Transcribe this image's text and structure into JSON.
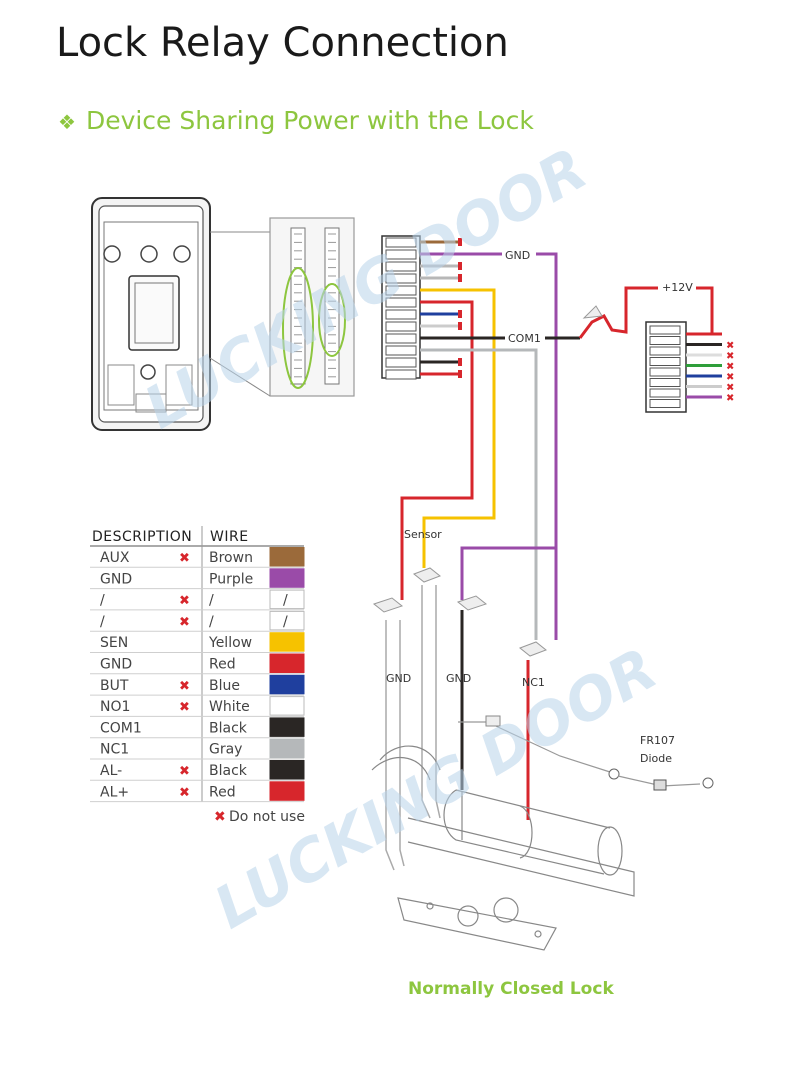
{
  "title": "Lock Relay Connection",
  "subtitle": "Device Sharing Power with the Lock",
  "subtitle_bullet": "❖",
  "table": {
    "headers": [
      "DESCRIPTION",
      "WIRE"
    ],
    "rows": [
      {
        "desc": "AUX",
        "do_not_use": true,
        "wire": "Brown",
        "color": "#9b6a3a"
      },
      {
        "desc": "GND",
        "do_not_use": false,
        "wire": "Purple",
        "color": "#9a4ba8"
      },
      {
        "desc": "/",
        "do_not_use": true,
        "wire": "/",
        "color": "#ffffff"
      },
      {
        "desc": "/",
        "do_not_use": true,
        "wire": "/",
        "color": "#ffffff"
      },
      {
        "desc": "SEN",
        "do_not_use": false,
        "wire": "Yellow",
        "color": "#f6c200"
      },
      {
        "desc": "GND",
        "do_not_use": false,
        "wire": "Red",
        "color": "#d7262c"
      },
      {
        "desc": "BUT",
        "do_not_use": true,
        "wire": "Blue",
        "color": "#1f3f9e"
      },
      {
        "desc": "NO1",
        "do_not_use": true,
        "wire": "White",
        "color": "#ffffff"
      },
      {
        "desc": "COM1",
        "do_not_use": false,
        "wire": "Black",
        "color": "#2a2624"
      },
      {
        "desc": "NC1",
        "do_not_use": false,
        "wire": "Gray",
        "color": "#b5b8ba"
      },
      {
        "desc": "AL-",
        "do_not_use": true,
        "wire": "Black",
        "color": "#2a2624"
      },
      {
        "desc": "AL+",
        "do_not_use": true,
        "wire": "Red",
        "color": "#d7262c"
      }
    ],
    "cross_mark": "✖",
    "note": "Do not use"
  },
  "labels": {
    "gnd_top": "GND",
    "com1": "COM1",
    "plus12v": "+12V",
    "sensor": "Sensor",
    "gnd_left": "GND",
    "gnd_mid": "GND",
    "nc1": "NC1",
    "diode_line1": "FR107",
    "diode_line2": "Diode",
    "caption": "Normally Closed Lock"
  },
  "watermark": "LUCKING DOOR",
  "colors": {
    "green_accent": "#8dc63f",
    "brown": "#9b6a3a",
    "purple": "#9a4ba8",
    "yellow": "#f6c200",
    "red": "#d7262c",
    "blue": "#1f3f9e",
    "black": "#2a2624",
    "gray": "#b5b8ba"
  }
}
